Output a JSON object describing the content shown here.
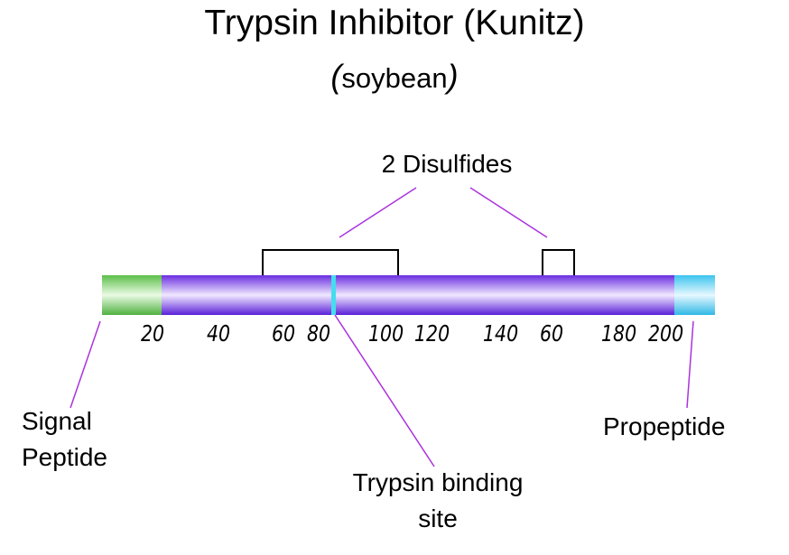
{
  "title": "Trypsin Inhibitor (Kunitz)",
  "subtitle": "soybean",
  "disulfide_label": "2 Disulfides",
  "signal_label": [
    "Signal",
    "Peptide"
  ],
  "propeptide_label": "Propeptide",
  "binding_label": [
    "Trypsin binding",
    "site"
  ],
  "ticks": [
    "20",
    "40",
    "60",
    "80",
    "100",
    "120",
    "140",
    "60",
    "180",
    "200"
  ],
  "colors": {
    "main_chain": "#7733ee",
    "signal_peptide": "#66cc55",
    "propeptide": "#44ccf0",
    "binding_site": "#44ddee",
    "callout_line": "#aa33dd"
  }
}
